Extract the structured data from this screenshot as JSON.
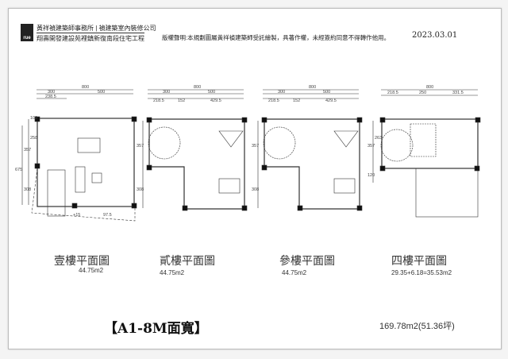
{
  "header": {
    "logo_text": "rue",
    "firm_line1": "黃祥禎建築師事務所 | 禎建築室內裝修公司",
    "firm_line2": "翔壽開發建設苑裡鎮新復南段住宅工程",
    "notice": "版權聲明:本規劃圖屬黃祥禎建築師受託繪製，具著作權，未經簽約同意不得轉作他用。",
    "date": "2023.03.01"
  },
  "floors": [
    {
      "title": "壹樓平面圖",
      "area": "44.75m2",
      "dims_top": [
        "800",
        "300",
        "500",
        "238.5"
      ],
      "dims_side": [
        "100",
        "258",
        "357",
        "675",
        "308"
      ],
      "notes": [
        "+15",
        "97.5"
      ]
    },
    {
      "title": "貳樓平面圖",
      "area": "44.75m2",
      "dims_top": [
        "800",
        "300",
        "500",
        "218.5",
        "152",
        "429.5"
      ],
      "dims_side": [
        "357",
        "308"
      ]
    },
    {
      "title": "參樓平面圖",
      "area": "44.75m2",
      "dims_top": [
        "800",
        "300",
        "500",
        "218.5",
        "152",
        "429.5"
      ],
      "dims_side": [
        "357",
        "308"
      ]
    },
    {
      "title": "四樓平面圖",
      "area": "29.35+6.18=35.53m2",
      "dims_top": [
        "800",
        "218.5",
        "250",
        "331.5"
      ],
      "dims_side": [
        "357",
        "263",
        "120"
      ]
    }
  ],
  "footer": {
    "model": "【A1-8M面寬】",
    "total_area": "169.78m2(51.36坪)"
  }
}
